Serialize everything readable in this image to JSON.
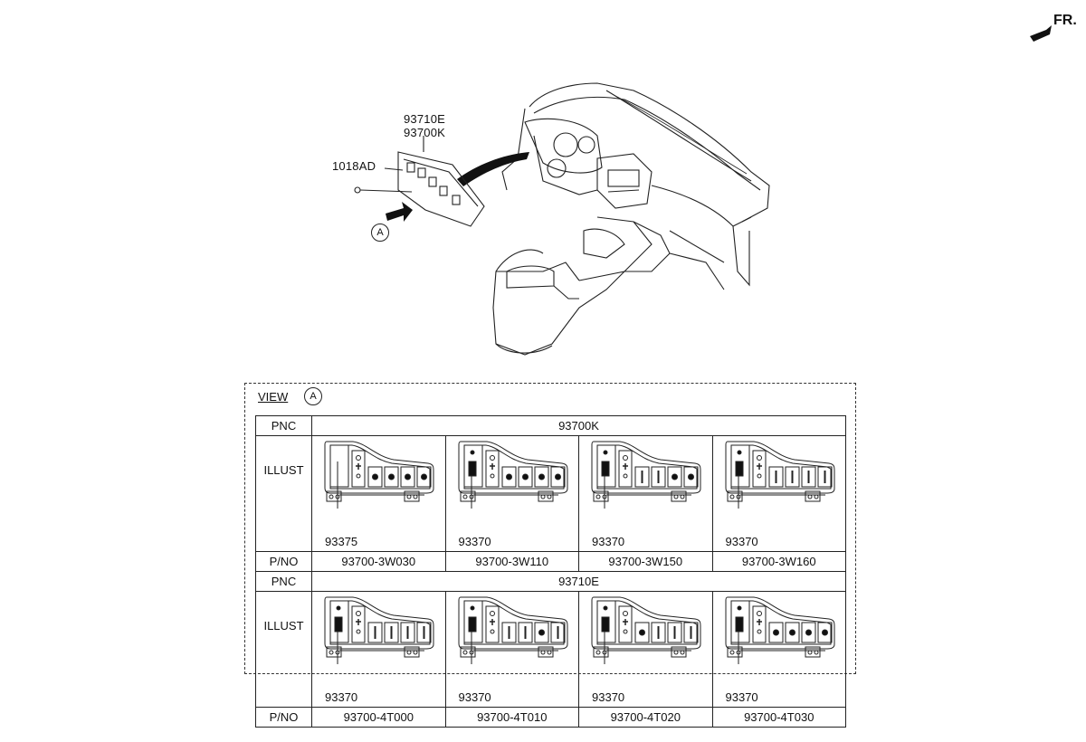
{
  "diagram": {
    "orientation": "FR.",
    "callouts": {
      "part_top_1": "93710E",
      "part_top_2": "93700K",
      "bolt": "1018AD",
      "view_marker": "A"
    },
    "view": {
      "label": "VIEW",
      "marker": "A"
    },
    "table": {
      "pnc_label": "PNC",
      "illust_label": "ILLUST",
      "pno_label": "P/NO",
      "groups": [
        {
          "pnc": "93700K",
          "cells": [
            {
              "sub_pnc": "93375",
              "pno": "93700-3W030",
              "variant": "blank"
            },
            {
              "sub_pnc": "93370",
              "pno": "93700-3W110",
              "variant": "full"
            },
            {
              "sub_pnc": "93370",
              "pno": "93700-3W150",
              "variant": "two"
            },
            {
              "sub_pnc": "93370",
              "pno": "93700-3W160",
              "variant": "none"
            }
          ]
        },
        {
          "pnc": "93710E",
          "cells": [
            {
              "sub_pnc": "93370",
              "pno": "93700-4T000",
              "variant": "none"
            },
            {
              "sub_pnc": "93370",
              "pno": "93700-4T010",
              "variant": "one"
            },
            {
              "sub_pnc": "93370",
              "pno": "93700-4T020",
              "variant": "seat"
            },
            {
              "sub_pnc": "93370",
              "pno": "93700-4T030",
              "variant": "full"
            }
          ]
        }
      ]
    }
  }
}
